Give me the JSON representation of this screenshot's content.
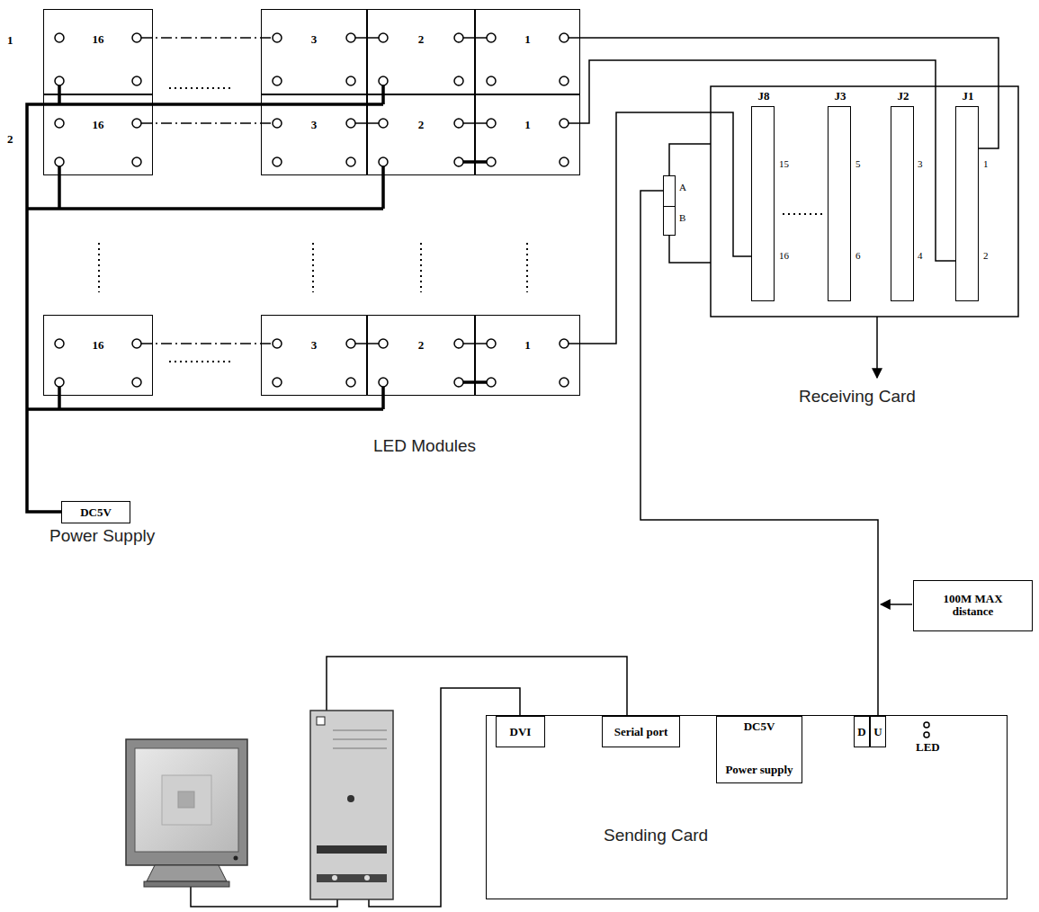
{
  "diagram": {
    "nodes": [
      {
        "text": [
          "16"
        ]
      },
      {
        "text": [
          "3"
        ]
      },
      {
        "text": [
          "2"
        ]
      },
      {
        "text": [
          "1"
        ]
      },
      {
        "text": [
          "16"
        ]
      },
      {
        "text": [
          "3"
        ]
      },
      {
        "text": [
          "2"
        ]
      },
      {
        "text": [
          "1"
        ]
      },
      {
        "text": [
          "16"
        ]
      },
      {
        "text": [
          "3"
        ]
      },
      {
        "text": [
          "2"
        ]
      },
      {
        "text": [
          "1"
        ]
      },
      {
        "text": [
          "J8"
        ]
      },
      {
        "text": [
          "J3"
        ]
      },
      {
        "text": [
          "J2"
        ]
      },
      {
        "text": [
          "J1"
        ]
      },
      {
        "text": [
          "A",
          "B"
        ]
      },
      {
        "text": [
          "DC5V"
        ]
      },
      {
        "text": [
          "100M MAX distance"
        ]
      },
      {
        "text": [
          "Sending Card"
        ]
      },
      {
        "text": [
          "DVI"
        ],
        "in": 19
      },
      {
        "text": [
          "Serial port"
        ],
        "in": 19
      },
      {
        "text": [
          "DC5V",
          "Power supply"
        ],
        "in": 19
      },
      {
        "text": [
          "D"
        ],
        "in": 19
      },
      {
        "text": [
          "U"
        ],
        "in": 19
      }
    ],
    "edges": [
      {
        "from": 0,
        "to": 1,
        "arrow": "none"
      },
      {
        "from": 1,
        "to": 2,
        "arrow": "none"
      },
      {
        "from": 2,
        "to": 3,
        "arrow": "none"
      },
      {
        "from": 4,
        "to": 5,
        "arrow": "none"
      },
      {
        "from": 5,
        "to": 6,
        "arrow": "none"
      },
      {
        "from": 6,
        "to": 7,
        "arrow": "none"
      },
      {
        "from": 8,
        "to": 9,
        "arrow": "none"
      },
      {
        "from": 9,
        "to": 10,
        "arrow": "none"
      },
      {
        "from": 10,
        "to": 11,
        "arrow": "none"
      },
      {
        "from": 15,
        "to": 3,
        "arrow": "none"
      },
      {
        "from": 15,
        "to": 7,
        "arrow": "none"
      },
      {
        "from": 12,
        "to": 11,
        "arrow": "none"
      },
      {
        "from": 24,
        "to": 16,
        "arrow": "none"
      }
    ],
    "labels": [
      "1",
      "2",
      "15",
      "16",
      "5",
      "6",
      "3",
      "4",
      "1",
      "2",
      "Receiving Card",
      "LED Modules",
      "Power Supply",
      "LED"
    ]
  }
}
